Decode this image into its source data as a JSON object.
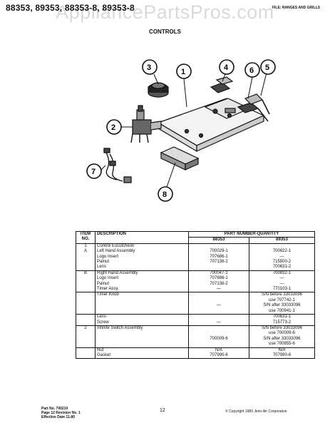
{
  "header": {
    "models": "88353, 89353, 88353-8, 89353-8",
    "file": "FILE: RANGES AND GRILLS",
    "section": "CONTROLS",
    "watermark": "AppliancePartsPros.com"
  },
  "callouts": [
    "1",
    "2",
    "3",
    "4",
    "5",
    "6",
    "7",
    "8"
  ],
  "table": {
    "head_item": "ITEM NO.",
    "head_desc": "DESCRIPTION",
    "head_group": "PART NUMBER-QUANTITY",
    "head_col1": "88353",
    "head_col2": "89353",
    "rows": [
      {
        "item": [
          "1",
          "A"
        ],
        "desc": [
          "Control Escutcheon",
          "Left Hand Assembly",
          "Logo Insert",
          "Palnut",
          "Lens"
        ],
        "p1": [
          "",
          "700029-1",
          "707686-1",
          "707138-2",
          ""
        ],
        "p2": [
          "",
          "700822-1",
          "—",
          "715500-2",
          "700631-2"
        ]
      },
      {
        "item": [
          "B"
        ],
        "desc": [
          "Right Hand Assembly",
          "Logo Insert",
          "Palnut",
          "Timer Assy."
        ],
        "p1": [
          "700047-1",
          "707686-1",
          "707138-2",
          "—"
        ],
        "p2": [
          "700832-1",
          "—",
          "—",
          "770103-1"
        ]
      },
      {
        "item": [
          ""
        ],
        "desc": [
          "Timer Knob"
        ],
        "p1": [
          "",
          "",
          "—",
          ""
        ],
        "p2": [
          "S/N before 33033096",
          "use 707742-1",
          "S/N after 33033096",
          "use 700941-1"
        ]
      },
      {
        "item": [
          ""
        ],
        "desc": [
          "Lens",
          "Screw"
        ],
        "p1": [
          "",
          "—"
        ],
        "p2": [
          "700631-1",
          "715773-2"
        ]
      },
      {
        "item": [
          "2"
        ],
        "desc": [
          "Infinite Switch Assembly"
        ],
        "p1": [
          "",
          "",
          "700009-6",
          ""
        ],
        "p2": [
          "S/N before 33033096",
          "use 700009-6",
          "S/N after 33033096",
          "use 700855-6"
        ]
      },
      {
        "item": [
          ""
        ],
        "desc": [
          "Nut",
          "Gasket"
        ],
        "p1": [
          "N/A",
          "707990-6"
        ],
        "p2": [
          "N/A",
          "707990-6"
        ]
      }
    ]
  },
  "footer": {
    "part_no": "Part No. 700210",
    "page_rev": "Page 12 Revision No. 1",
    "effective": "Effective Date 11-80",
    "page_number": "12",
    "copyright": "© Copyright 1980 Jenn-Air Corporation"
  }
}
